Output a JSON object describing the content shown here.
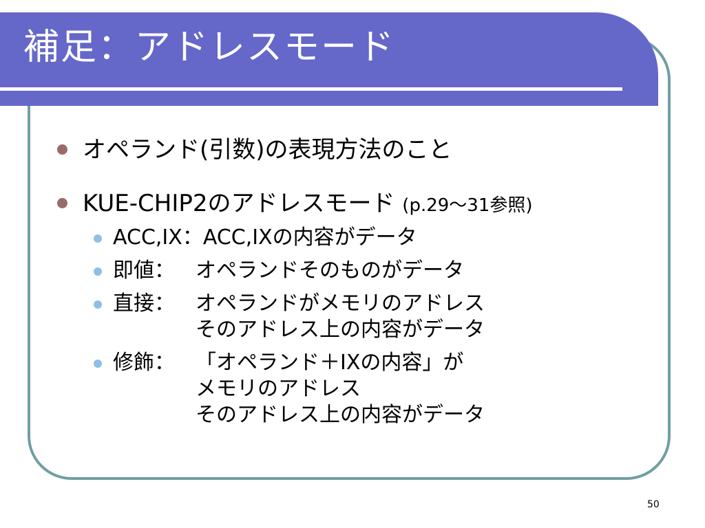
{
  "slide": {
    "title": "補足：アドレスモード",
    "page_number": "50"
  },
  "bullets": [
    {
      "text": "オペランド(引数)の表現方法のこと"
    },
    {
      "text": "KUE-CHIP2のアドレスモード ",
      "note": "(p.29～31参照)"
    }
  ],
  "sub_bullets": [
    {
      "label": "ACC,IX：",
      "lines": [
        "ACC,IXの内容がデータ"
      ]
    },
    {
      "label": "即値：",
      "lines": [
        "オペランドそのものがデータ"
      ]
    },
    {
      "label": "直接：",
      "lines": [
        "オペランドがメモリのアドレス",
        "そのアドレス上の内容がデータ"
      ]
    },
    {
      "label": "修飾：",
      "lines": [
        "「オペランド＋IXの内容」が",
        "メモリのアドレス",
        "そのアドレス上の内容がデータ"
      ]
    }
  ],
  "colors": {
    "title_bar": "#6567c9",
    "frame_border": "#6f9fa3",
    "bullet_level1": "#9b6b68",
    "bullet_level2": "#8fbfe6"
  }
}
